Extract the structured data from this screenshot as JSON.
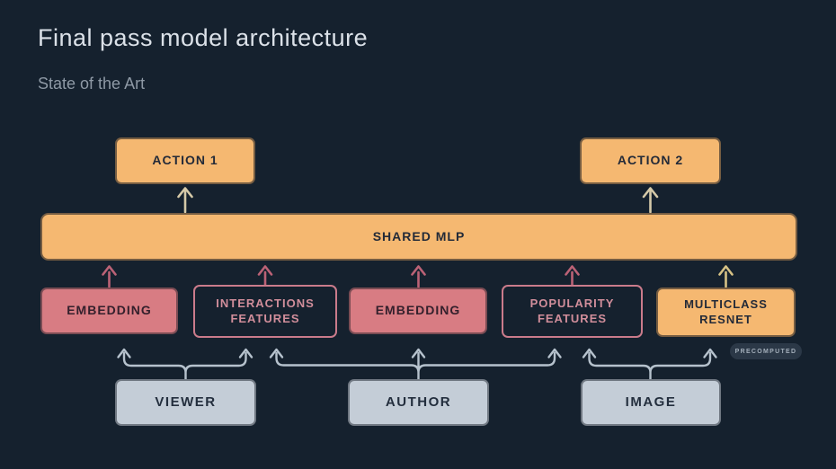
{
  "slide": {
    "title": "Final pass model architecture",
    "subtitle": "State of the Art"
  },
  "nodes": {
    "action1": {
      "label": "ACTION 1"
    },
    "action2": {
      "label": "ACTION 2"
    },
    "shared_mlp": {
      "label": "SHARED MLP"
    },
    "embedding_viewer": {
      "label": "EMBEDDING"
    },
    "interactions_features": {
      "line1": "INTERACTIONS",
      "line2": "FEATURES"
    },
    "embedding_author": {
      "label": "EMBEDDING"
    },
    "popularity_features": {
      "line1": "POPULARITY",
      "line2": "FEATURES"
    },
    "multiclass_resnet": {
      "line1": "MULTICLASS",
      "line2": "RESNET"
    },
    "viewer": {
      "label": "VIEWER"
    },
    "author": {
      "label": "AUTHOR"
    },
    "image": {
      "label": "IMAGE"
    }
  },
  "badge": {
    "label": "PRECOMPUTED"
  },
  "edges": [
    {
      "from": "SHARED MLP",
      "to": "ACTION 1"
    },
    {
      "from": "SHARED MLP",
      "to": "ACTION 2"
    },
    {
      "from": "EMBEDDING (viewer)",
      "to": "SHARED MLP"
    },
    {
      "from": "INTERACTIONS FEATURES",
      "to": "SHARED MLP"
    },
    {
      "from": "EMBEDDING (author)",
      "to": "SHARED MLP"
    },
    {
      "from": "POPULARITY FEATURES",
      "to": "SHARED MLP"
    },
    {
      "from": "MULTICLASS RESNET",
      "to": "SHARED MLP"
    },
    {
      "from": "VIEWER",
      "to": "EMBEDDING (viewer)"
    },
    {
      "from": "VIEWER",
      "to": "INTERACTIONS FEATURES"
    },
    {
      "from": "AUTHOR",
      "to": "INTERACTIONS FEATURES"
    },
    {
      "from": "AUTHOR",
      "to": "EMBEDDING (author)"
    },
    {
      "from": "AUTHOR",
      "to": "POPULARITY FEATURES"
    },
    {
      "from": "IMAGE",
      "to": "POPULARITY FEATURES"
    },
    {
      "from": "IMAGE",
      "to": "MULTICLASS RESNET"
    }
  ],
  "colors": {
    "background": "#15212e",
    "orange": "#f5b871",
    "pink": "#d87c83",
    "pink_outline": "#ca7b8b",
    "gray_box": "#c4cdd7",
    "connector_steel": "#b6c2cd",
    "arrow_pink": "#bb6276",
    "arrow_tan": "#d6c285",
    "arrow_cream": "#d5c9a8"
  }
}
